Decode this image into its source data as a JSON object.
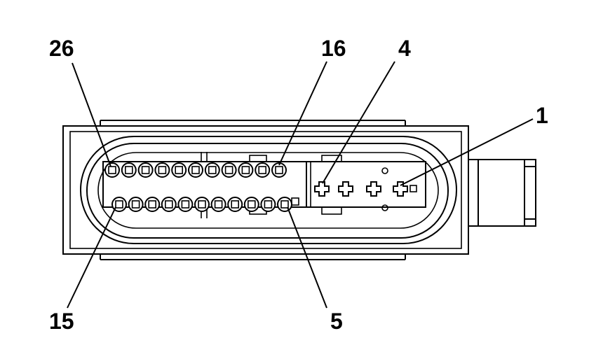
{
  "diagram": {
    "callouts": [
      {
        "id": "26",
        "label": "26"
      },
      {
        "id": "16",
        "label": "16"
      },
      {
        "id": "4",
        "label": "4"
      },
      {
        "id": "1",
        "label": "1"
      },
      {
        "id": "15",
        "label": "15"
      },
      {
        "id": "5",
        "label": "5"
      }
    ],
    "top_row_pins": 11,
    "bottom_row_pins": 11,
    "power_terminals": 4
  }
}
